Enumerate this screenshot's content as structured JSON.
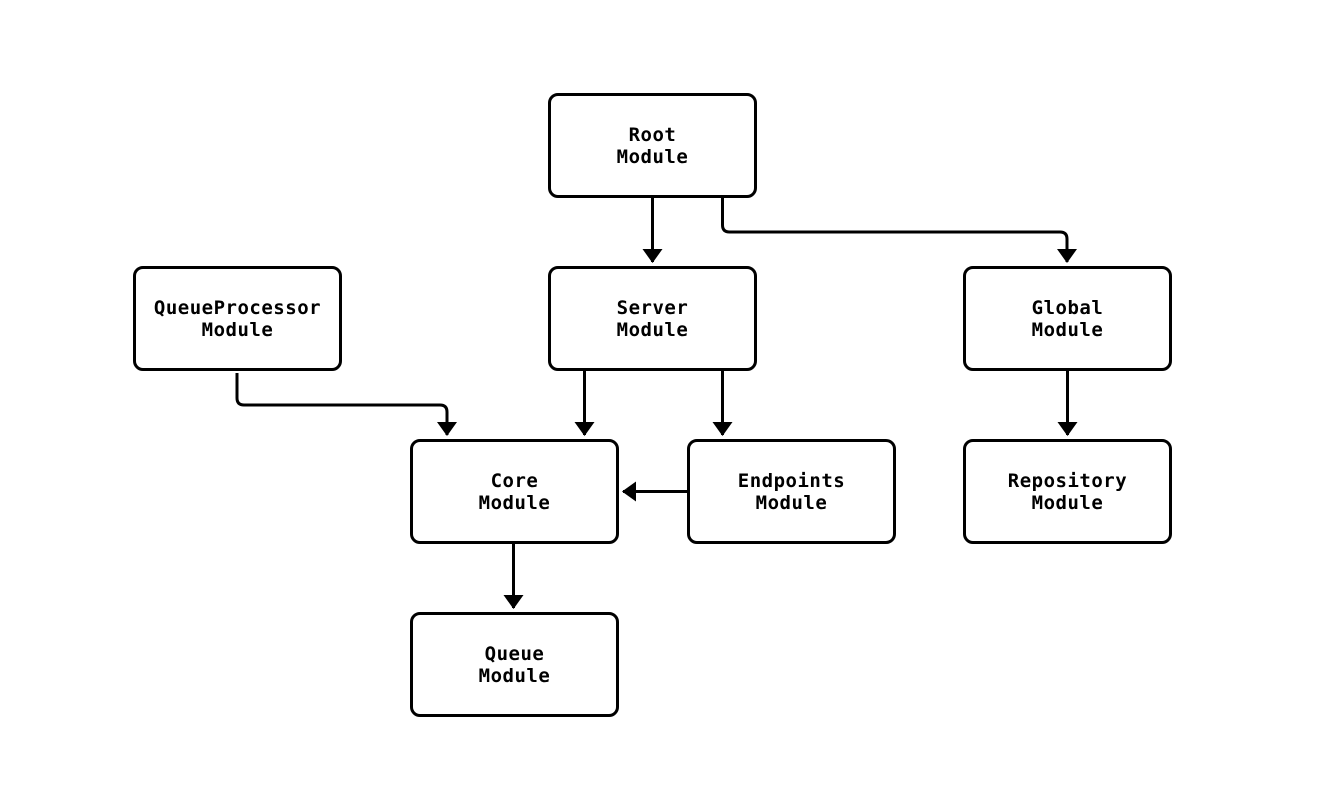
{
  "diagram": {
    "type": "module-dependency-flowchart",
    "background_color": "#ffffff",
    "node_fill_color": "#ffffff",
    "line_color": "#000000",
    "text_color": "#000000",
    "nodes": {
      "root": {
        "line1": "Root",
        "line2": "Module"
      },
      "server": {
        "line1": "Server",
        "line2": "Module"
      },
      "queue_processor": {
        "line1": "QueueProcessor",
        "line2": "Module"
      },
      "global": {
        "line1": "Global",
        "line2": "Module"
      },
      "core": {
        "line1": "Core",
        "line2": "Module"
      },
      "endpoints": {
        "line1": "Endpoints",
        "line2": "Module"
      },
      "repository": {
        "line1": "Repository",
        "line2": "Module"
      },
      "queue": {
        "line1": "Queue",
        "line2": "Module"
      }
    },
    "edges": [
      {
        "from": "Root Module",
        "to": "Server Module"
      },
      {
        "from": "Root Module",
        "to": "Global Module"
      },
      {
        "from": "QueueProcessor Module",
        "to": "Core Module"
      },
      {
        "from": "Server Module",
        "to": "Core Module"
      },
      {
        "from": "Server Module",
        "to": "Endpoints Module"
      },
      {
        "from": "Endpoints Module",
        "to": "Core Module"
      },
      {
        "from": "Global Module",
        "to": "Repository Module"
      },
      {
        "from": "Core Module",
        "to": "Queue Module"
      }
    ]
  }
}
